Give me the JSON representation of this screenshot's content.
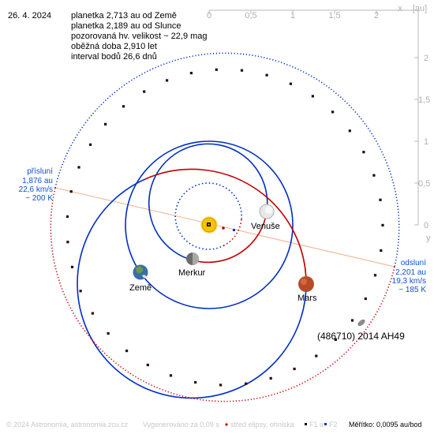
{
  "date": "26. 4. 2024",
  "info": [
    "planetka 2,713 au od Země",
    "planetka 2,189 au od Slunce",
    "pozorovaná hv. velikost ~ 22,9 mag",
    "oběžná doba 2,910 let",
    "interval bodů 26,6 dnů"
  ],
  "axis": {
    "unit": "[au]",
    "x_letter": "x",
    "y_letter": "y",
    "x_ticks": [
      "0",
      "0,5",
      "1",
      "1,5",
      "2"
    ],
    "y_ticks": [
      "2",
      "1,5",
      "1",
      "0,5",
      "0"
    ]
  },
  "perihelion": {
    "title": "přísluní",
    "distance": "1,876 au",
    "speed": "22,6 km/s",
    "temperature": "~ 200 K"
  },
  "aphelion": {
    "title": "odsluní",
    "distance": "2,201 au",
    "speed": "19,3 km/s",
    "temperature": "~ 185 K"
  },
  "planets": {
    "mercury": "Merkur",
    "venus": "Venuše",
    "earth": "Země",
    "mars": "Mars"
  },
  "asteroid_name": "(486710) 2014 AH49",
  "footer": {
    "copyright": "© 2024 Astronomia, astronomia.zcu.cz",
    "generated": "Vygenerováno za 0,09 s",
    "legend_center": "střed elipsy, ohniska",
    "legend_f1": "F1 a",
    "legend_f2": "F2",
    "scale": "Měřítko: 0,0095 au/bod"
  },
  "colors": {
    "orbit_blue": "#0030c0",
    "orbit_red": "#c00000",
    "label_blue": "#1050d0",
    "axis_grey": "#b8b8b8",
    "apsis_line": "#f0b090",
    "sun": "#f5c400"
  }
}
